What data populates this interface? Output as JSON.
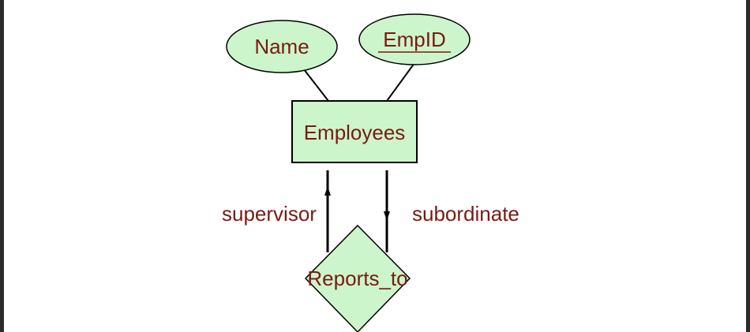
{
  "diagram": {
    "attributes": [
      {
        "id": "name",
        "label": "Name",
        "key": false
      },
      {
        "id": "empid",
        "label": "EmpID",
        "key": true
      }
    ],
    "entity": {
      "label": "Employees"
    },
    "relationship": {
      "label": "Reports_to"
    },
    "roles": {
      "supervisor": "supervisor",
      "subordinate": "subordinate"
    }
  },
  "colors": {
    "fill": "#ccf5cc",
    "stroke": "#000000",
    "text": "#7a1a12",
    "frame": "#2b2b2b"
  }
}
